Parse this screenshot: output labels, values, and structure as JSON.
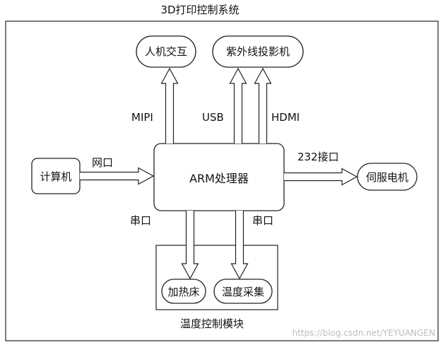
{
  "title": "3D打印控制系统",
  "nodes": {
    "arm": "ARM处理器",
    "hmi": "人机交互",
    "projector": "紫外线投影机",
    "computer": "计算机",
    "servo": "伺服电机",
    "heated_bed": "加热床",
    "temp_sampling": "温度采集",
    "temp_module": "温度控制模块"
  },
  "links": {
    "mipi": "MIPI",
    "usb": "USB",
    "hdmi": "HDMI",
    "network": "网口",
    "port232": "232接口",
    "serial_left": "串口",
    "serial_right": "串口"
  },
  "watermark": "https://blog.csdn.net/YEYUANGEN",
  "colors": {
    "stroke": "#222222",
    "background": "#ffffff",
    "watermark": "#bdbdbd"
  }
}
